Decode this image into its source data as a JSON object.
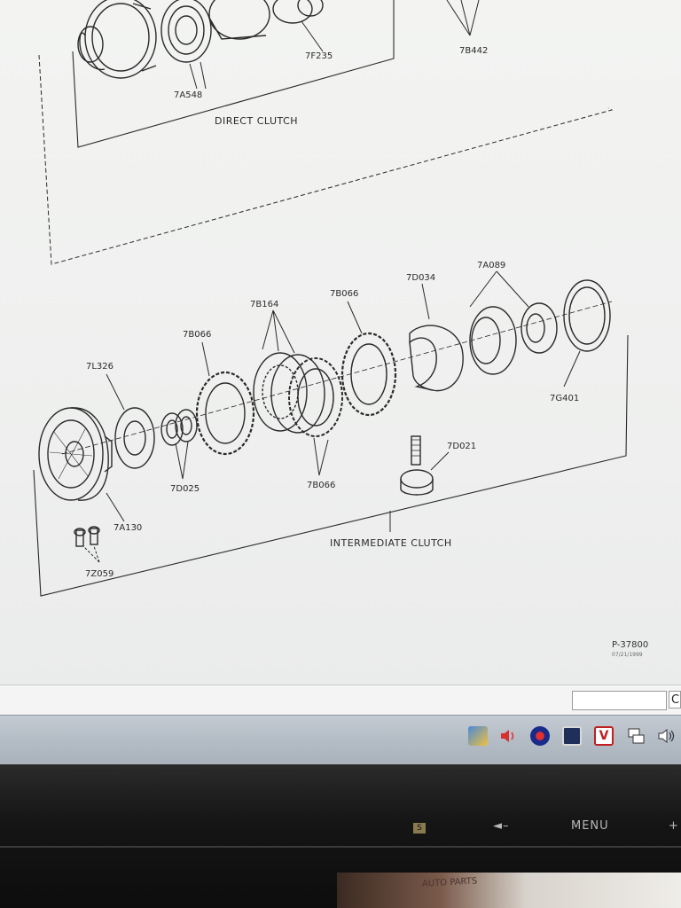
{
  "diagram": {
    "top_labels": {
      "direct_clutch_caption": "DIRECT CLUTCH",
      "part_7a548": "7A548",
      "part_7f235": "7F235",
      "part_7b442": "7B442"
    },
    "bottom_labels": {
      "intermediate_clutch_caption": "INTERMEDIATE CLUTCH",
      "part_7l326": "7L326",
      "part_7b066_a": "7B066",
      "part_7b164": "7B164",
      "part_7b066_b": "7B066",
      "part_7d034": "7D034",
      "part_7a089": "7A089",
      "part_7g401": "7G401",
      "part_7d021": "7D021",
      "part_7b066_c": "7B066",
      "part_7d025": "7D025",
      "part_7a130": "7A130",
      "part_7z059": "7Z059"
    },
    "reference": {
      "figure_number": "P-37800",
      "date": "07/21/1999"
    }
  },
  "viewer": {
    "page_field_value": "",
    "corner_button_label": "C"
  },
  "taskbar": {
    "tray_icons": [
      "network-icon",
      "speaker-red-icon",
      "shield-icon",
      "display-icon",
      "security-v-icon",
      "computer-icon",
      "volume-icon"
    ]
  },
  "monitor": {
    "button_s_label": "S",
    "arrow_label": "◄–",
    "menu_label": "MENU",
    "plus_label": "+"
  },
  "desk": {
    "visible_text": "AUTO PARTS"
  }
}
